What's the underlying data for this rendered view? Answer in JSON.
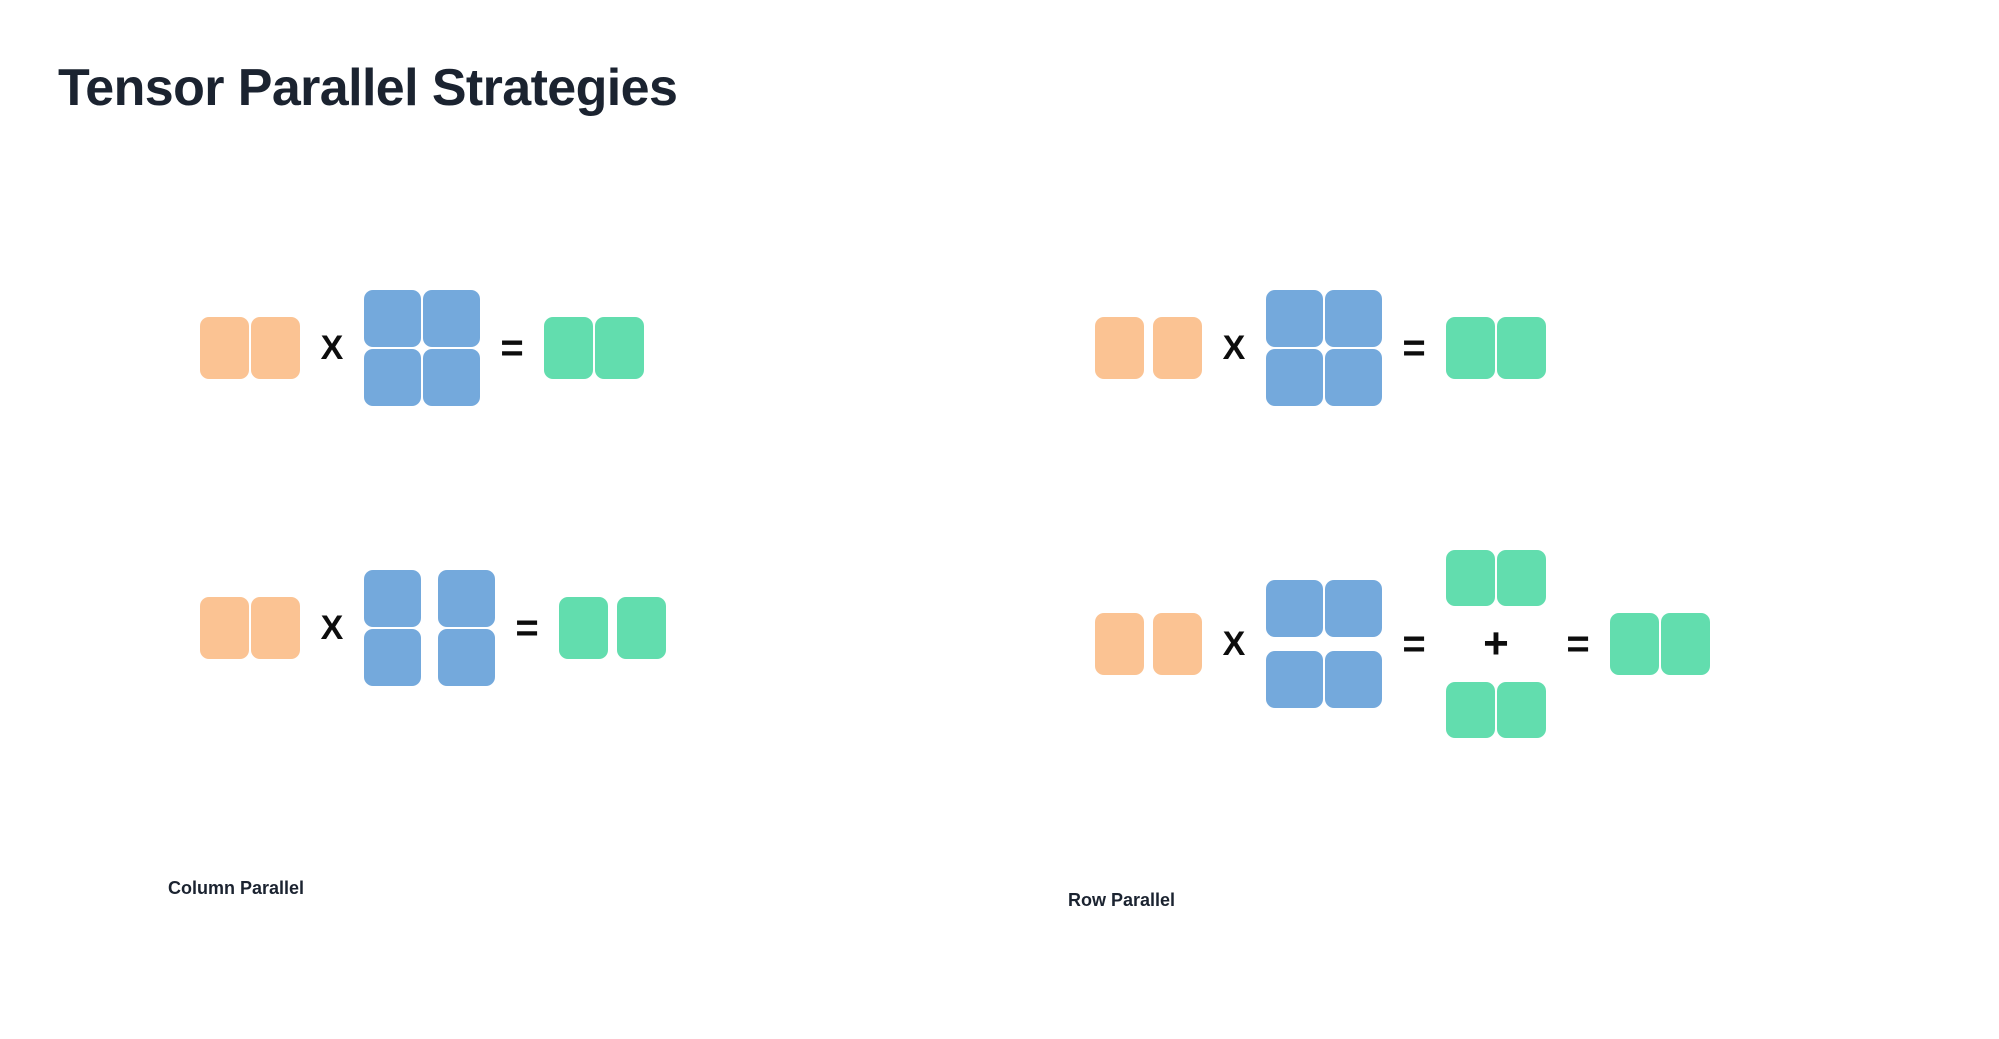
{
  "page": {
    "title": "Tensor Parallel Strategies",
    "background": "#ffffff"
  },
  "colors": {
    "input_orange": "#FBC393",
    "weight_blue": "#74A9DC",
    "output_green": "#62DDAE",
    "text_dark": "#1b2330",
    "operator_black": "#0d0d0d"
  },
  "operators": {
    "times": "X",
    "equals": "=",
    "plus": "+"
  },
  "panels": [
    {
      "id": "column-parallel",
      "caption": "Column Parallel",
      "rows": [
        {
          "id": "col-unsharded",
          "input": {
            "kind": "orange-vector",
            "cells": 2,
            "split": false
          },
          "weight": {
            "kind": "blue-matrix",
            "rows": 2,
            "cols": 2,
            "split": "none"
          },
          "output": {
            "kind": "green-vector",
            "cells": 2,
            "split": false
          }
        },
        {
          "id": "col-sharded",
          "input": {
            "kind": "orange-vector",
            "cells": 2,
            "split": false
          },
          "weight": {
            "kind": "blue-matrix",
            "rows": 2,
            "cols": 2,
            "split": "by-column"
          },
          "output": {
            "kind": "green-vector",
            "cells": 2,
            "split": true
          }
        }
      ]
    },
    {
      "id": "row-parallel",
      "caption": "Row Parallel",
      "rows": [
        {
          "id": "row-unsharded",
          "input": {
            "kind": "orange-vector",
            "cells": 2,
            "split": true
          },
          "weight": {
            "kind": "blue-matrix",
            "rows": 2,
            "cols": 2,
            "split": "none"
          },
          "output": {
            "kind": "green-vector",
            "cells": 2,
            "split": false
          }
        },
        {
          "id": "row-sharded",
          "input": {
            "kind": "orange-vector",
            "cells": 2,
            "split": true
          },
          "weight": {
            "kind": "blue-matrix",
            "rows": 2,
            "cols": 2,
            "split": "by-row"
          },
          "partials": [
            {
              "kind": "green-vector",
              "cells": 2
            },
            {
              "kind": "green-vector",
              "cells": 2
            }
          ],
          "output": {
            "kind": "green-vector",
            "cells": 2,
            "split": false
          }
        }
      ]
    }
  ]
}
